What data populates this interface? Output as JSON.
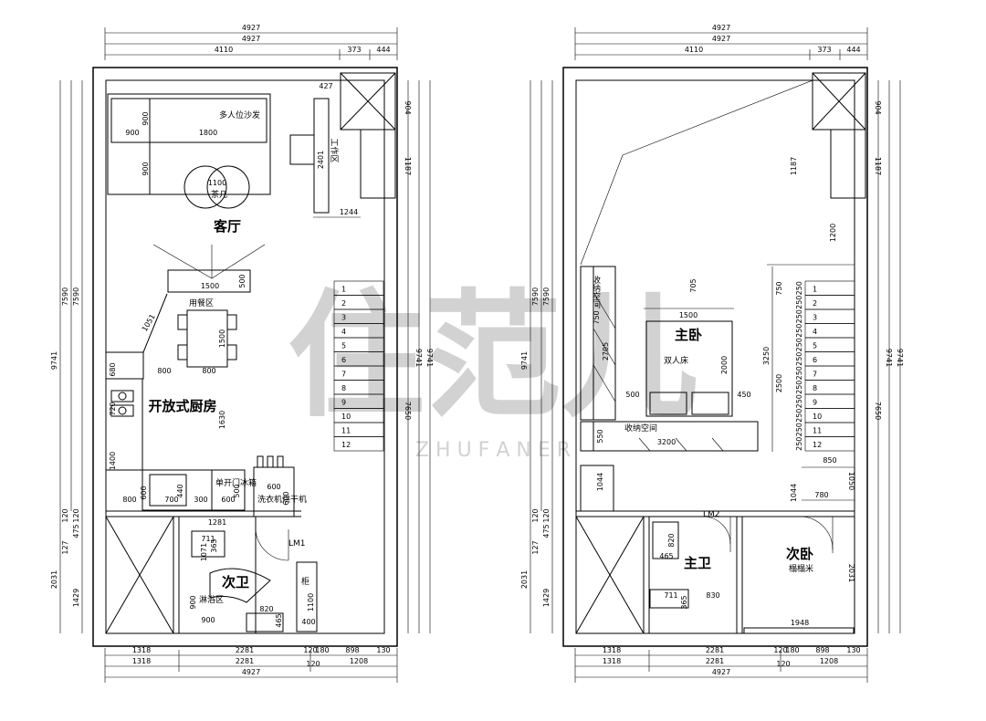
{
  "watermark": {
    "main": "住范儿",
    "sub": "Z H U F A N E R"
  },
  "left_plan": {
    "top_dims": {
      "total1": "4927",
      "total2": "4927",
      "seg1": "4110",
      "seg2": "373",
      "seg3": "444"
    },
    "bottom_dims": {
      "b1": "1318",
      "b2": "2281",
      "b3": "120",
      "b4": "180",
      "b5": "898",
      "b6": "130",
      "c1": "1318",
      "c2": "2281",
      "c3": "120",
      "c4": "1208",
      "total": "4927"
    },
    "left_dims": {
      "overall": "9741",
      "d1": "7590",
      "d2": "7590",
      "l1": "120",
      "l2": "120",
      "l3": "475",
      "l4": "127",
      "l5": "2031",
      "l6": "1429"
    },
    "right_dims": {
      "r1": "904",
      "r2": "1187",
      "r3": "9741",
      "r4": "9741",
      "r5": "7650"
    },
    "rooms": {
      "living": "客厅",
      "kitchen": "开放式厨房",
      "bath2": "次卫"
    },
    "labels": {
      "sofa": "多人位沙发",
      "tea": "茶几",
      "dining": "用餐区",
      "fridge": "单开门冰箱",
      "washer": "洗衣机烘干机",
      "work": "工作区",
      "shower": "淋浴区",
      "door": "LM1",
      "cabinet": "柜"
    },
    "dims": {
      "s900a": "900",
      "s900b": "900",
      "s1800": "1800",
      "s900c": "900",
      "s1100": "1100",
      "s427": "427",
      "s2401": "2401",
      "s1244": "1244",
      "s1500": "1500",
      "s500": "500",
      "s1051": "1051",
      "s1500v": "1500",
      "s800a": "800",
      "s800b": "800",
      "s680": "680",
      "s720": "720",
      "s1630": "1630",
      "s1400": "1400",
      "s600a": "600",
      "s800c": "800",
      "s700": "700",
      "s440": "440",
      "s300": "300",
      "s600b": "600",
      "s600c": "600",
      "s600d": "600",
      "s500b": "500",
      "s1281": "1281",
      "s711": "711",
      "s365": "365",
      "s1071": "1071",
      "s900d": "900",
      "s820": "820",
      "s465": "465",
      "s900e": "900",
      "s1100b": "1100",
      "s400": "400"
    },
    "stairs": [
      "1",
      "2",
      "3",
      "4",
      "5",
      "6",
      "7",
      "8",
      "9",
      "10",
      "11",
      "12"
    ]
  },
  "right_plan": {
    "top_dims": {
      "total1": "4927",
      "total2": "4927",
      "seg1": "4110",
      "seg2": "373",
      "seg3": "444"
    },
    "bottom_dims": {
      "b1": "1318",
      "b2": "2281",
      "b3": "120",
      "b4": "180",
      "b5": "898",
      "b6": "130",
      "c1": "1318",
      "c2": "2281",
      "c3": "120",
      "c4": "1208",
      "total": "4927"
    },
    "left_dims": {
      "overall": "9741",
      "d1": "7590",
      "d2": "7590",
      "l1": "120",
      "l2": "120",
      "l3": "475",
      "l4": "127",
      "l5": "2031",
      "l6": "1429"
    },
    "right_dims": {
      "r1": "904",
      "r2": "1187",
      "r3": "9741",
      "r4": "9741",
      "r5": "7650",
      "r6": "1050",
      "r7": "2031"
    },
    "rooms": {
      "master": "主卧",
      "bath": "主卫",
      "second": "次卧"
    },
    "labels": {
      "bed": "双人床",
      "storage_space": "收纳空间",
      "storage_tall": "收纳空间",
      "tatami": "榻榻米",
      "door": "LM2"
    },
    "dims": {
      "s1187": "1187",
      "s1200": "1200",
      "s705": "705",
      "s750a": "750",
      "s1500": "1500",
      "s2705": "2705",
      "s750b": "750",
      "s2000": "2000",
      "s3250": "3250",
      "s500": "500",
      "s450": "450",
      "s2500": "2500",
      "s550": "550",
      "s3200": "3200",
      "s850": "850",
      "s1044a": "1044",
      "s1044b": "1044",
      "s780": "780",
      "s820": "820",
      "s465": "465",
      "s711": "711",
      "s365": "365",
      "s830": "830",
      "s1948": "1948",
      "s250": "250"
    },
    "stairs": [
      "1",
      "2",
      "3",
      "4",
      "5",
      "6",
      "7",
      "8",
      "9",
      "10",
      "11",
      "12"
    ]
  }
}
